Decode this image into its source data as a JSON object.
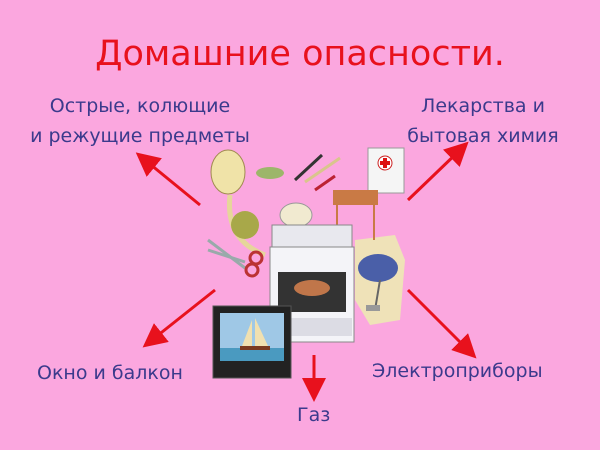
{
  "slide": {
    "title": "Домашние опасности.",
    "labels": {
      "sharp_line1": "Острые, колющие",
      "sharp_line2": "и режущие предметы",
      "meds_line1": "Лекарства и",
      "meds_line2": "бытовая химия",
      "window": "Окно и балкон",
      "electric": "Электроприборы",
      "gas": "Газ"
    }
  },
  "colors": {
    "background": "#fba7df",
    "title": "#e8111d",
    "label": "#3b3a8c",
    "arrow": "#e8111d"
  }
}
